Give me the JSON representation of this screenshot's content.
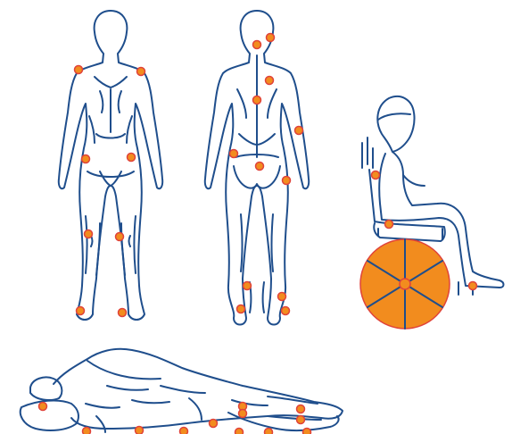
{
  "colors": {
    "outline": "#1f4e8c",
    "marker_fill": "#f28c1e",
    "marker_stroke": "#e0433a",
    "background": "#ffffff"
  },
  "figures": [
    {
      "id": "front",
      "view": "standing-front"
    },
    {
      "id": "back",
      "view": "standing-back"
    },
    {
      "id": "wheelchair",
      "view": "seated-wheelchair"
    },
    {
      "id": "side",
      "view": "lying-side"
    }
  ],
  "pressure_point_counts": {
    "front": 8,
    "back": 12,
    "wheelchair": 3,
    "side": 12
  }
}
